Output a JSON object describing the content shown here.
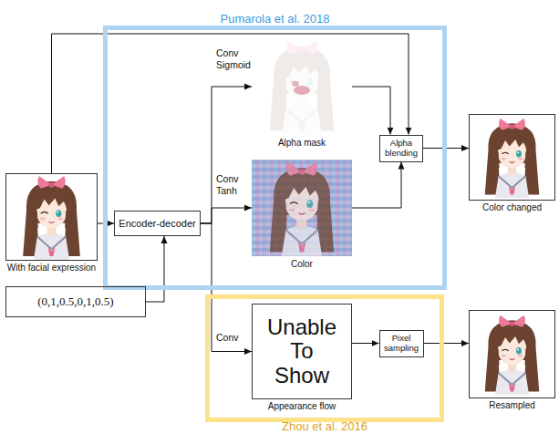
{
  "diagram": {
    "nodes": [
      {
        "text": [
          "Pumarola et al. 2018"
        ]
      },
      {
        "text": [
          "Alpha mask"
        ],
        "in": 0
      },
      {
        "text": [
          "Alpha blending"
        ],
        "in": 0
      },
      {
        "text": [
          "Color changed"
        ]
      },
      {
        "text": [
          "With facial expression"
        ]
      },
      {
        "text": [
          "Encoder-decoder"
        ],
        "in": 0
      },
      {
        "text": [
          "Color"
        ],
        "in": 0
      },
      {
        "text": [
          "(0,1,0.5,0,1,0.5)"
        ]
      },
      {
        "text": [
          "Zhou et al. 2016"
        ]
      },
      {
        "text": [
          "Unable To Show",
          "Appearance flow"
        ],
        "in": 8
      },
      {
        "text": [
          "Pixel sampling"
        ],
        "in": 8
      },
      {
        "text": [
          "Resampled"
        ]
      }
    ],
    "edges": [
      {
        "from": 4,
        "to": 5,
        "arrow": "to"
      },
      {
        "from": 7,
        "to": 5,
        "arrow": "to"
      },
      {
        "from": 4,
        "to": 2,
        "arrow": "to"
      },
      {
        "from": 5,
        "to": 1,
        "label": "Conv Sigmoid",
        "arrow": "to"
      },
      {
        "from": 5,
        "to": 6,
        "label": "Conv Tanh",
        "arrow": "to"
      },
      {
        "from": 5,
        "to": 9,
        "label": "Conv",
        "arrow": "to"
      },
      {
        "from": 1,
        "to": 2,
        "arrow": "to"
      },
      {
        "from": 6,
        "to": 2,
        "arrow": "to"
      },
      {
        "from": 2,
        "to": 3,
        "arrow": "to"
      },
      {
        "from": 9,
        "to": 10,
        "arrow": "to"
      },
      {
        "from": 10,
        "to": 11,
        "arrow": "to"
      }
    ]
  }
}
